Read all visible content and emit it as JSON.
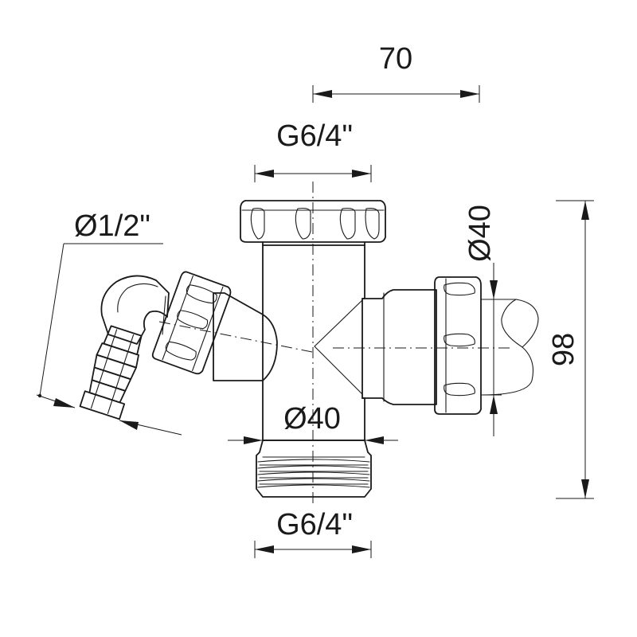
{
  "dimensions": {
    "width_70": "70",
    "top_thread": "G6/4\"",
    "bottom_thread": "G6/4\"",
    "hose_nozzle": "Ø1/2\"",
    "side_diameter": "Ø40",
    "body_diameter": "Ø40",
    "height_98": "98"
  }
}
